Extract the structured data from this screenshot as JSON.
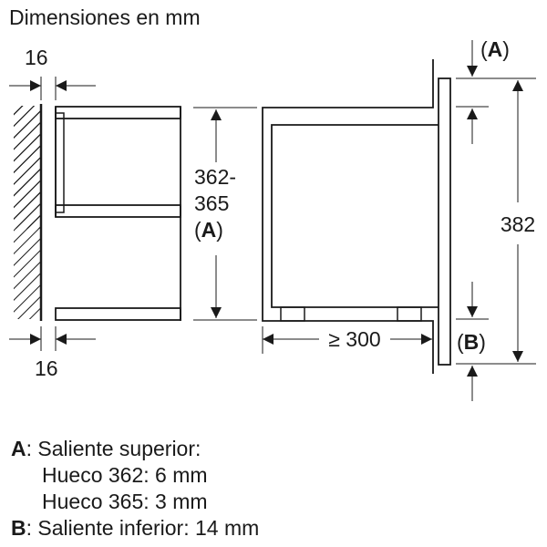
{
  "title": "Dimensiones en mm",
  "left_view": {
    "top_gap": "16",
    "bottom_gap": "16",
    "height_line1": "362-",
    "height_line2": "365",
    "height_ref_open": "(",
    "height_ref_key": "A",
    "height_ref_close": ")"
  },
  "right_view": {
    "top_ref_open": "(",
    "top_ref_key": "A",
    "top_ref_close": ")",
    "bottom_ref_open": "(",
    "bottom_ref_key": "B",
    "bottom_ref_close": ")",
    "depth": "≥ 300",
    "front_height": "382"
  },
  "legend": {
    "a_key": "A",
    "a_text": ": Saliente superior:",
    "a_line2": "Hueco 362: 6 mm",
    "a_line3": "Hueco 365: 3 mm",
    "b_key": "B",
    "b_text": ": Saliente inferior: 14 mm"
  },
  "colors": {
    "line": "#1a1a1a",
    "background": "#ffffff"
  }
}
